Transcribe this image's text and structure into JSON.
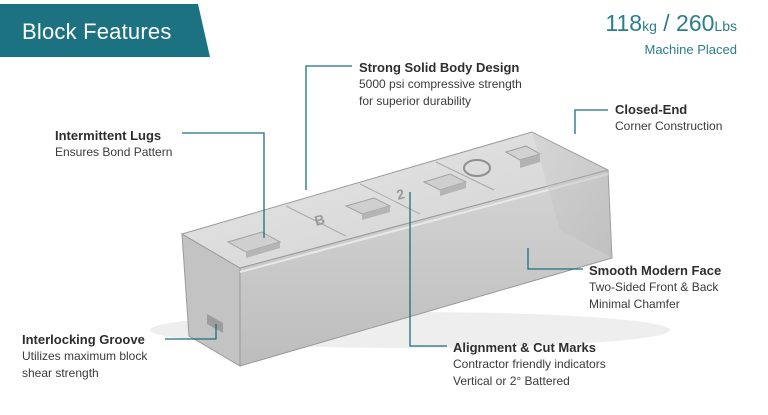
{
  "header": {
    "title": "Block Features",
    "band_color": "#1d7282"
  },
  "weight": {
    "kg_value": "118",
    "kg_unit": "kg",
    "separator": " / ",
    "lbs_value": "260",
    "lbs_unit": "Lbs",
    "subtitle": "Machine Placed",
    "color": "#2b7f88"
  },
  "block_markings": [
    "B",
    "2"
  ],
  "callouts": [
    {
      "id": "intermittent-lugs",
      "title": "Intermittent Lugs",
      "lines": [
        "Ensures Bond Pattern"
      ]
    },
    {
      "id": "strong-solid-body",
      "title": "Strong Solid Body Design",
      "lines": [
        "5000 psi compressive strength",
        "for superior durability"
      ]
    },
    {
      "id": "closed-end",
      "title": "Closed-End",
      "lines": [
        "Corner Construction"
      ]
    },
    {
      "id": "smooth-modern-face",
      "title": "Smooth Modern Face",
      "lines": [
        "Two-Sided Front & Back",
        "Minimal Chamfer"
      ]
    },
    {
      "id": "alignment-cut-marks",
      "title": "Alignment & Cut Marks",
      "lines": [
        "Contractor friendly indicators",
        "Vertical or 2° Battered"
      ]
    },
    {
      "id": "interlocking-groove",
      "title": "Interlocking Groove",
      "lines": [
        "Utilizes maximum block",
        "shear strength"
      ]
    }
  ],
  "colors": {
    "leader": "#1d6f7c",
    "block_top": "#dcdcdc",
    "block_front": "#c8c8c8",
    "block_end": "#b9b9b9",
    "block_edge": "#9a9a9a"
  }
}
